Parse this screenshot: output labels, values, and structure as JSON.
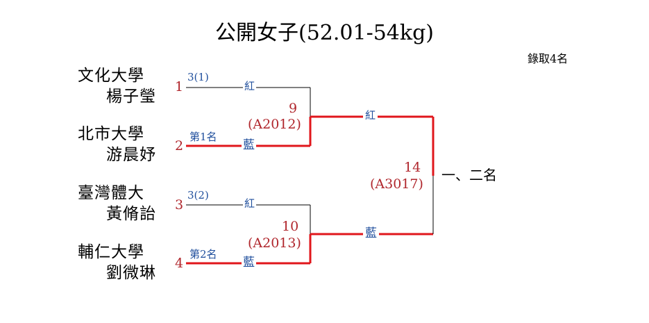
{
  "title": "公開女子(52.01-54kg)",
  "note": "錄取4名",
  "colors": {
    "red": "#e0161b",
    "blue": "#1f4e9c",
    "dark_red": "#b0262c",
    "line": "#000000"
  },
  "entries": [
    {
      "school": "文化大學",
      "player": "楊子瑩",
      "seed": "1",
      "tag": "3(1)",
      "color_label": "紅"
    },
    {
      "school": "北市大學",
      "player": "游晨妤",
      "seed": "2",
      "tag": "第1名",
      "color_label": "藍"
    },
    {
      "school": "臺灣體大",
      "player": "黃脩詒",
      "seed": "3",
      "tag": "3(2)",
      "color_label": "紅"
    },
    {
      "school": "輔仁大學",
      "player": "劉微琳",
      "seed": "4",
      "tag": "第2名",
      "color_label": "藍"
    }
  ],
  "matches": [
    {
      "number": "9",
      "code": "(A2012)"
    },
    {
      "number": "10",
      "code": "(A2013)"
    },
    {
      "number": "14",
      "code": "(A3017)",
      "top_label": "紅",
      "bottom_label": "藍",
      "result": "一、二名"
    }
  ]
}
